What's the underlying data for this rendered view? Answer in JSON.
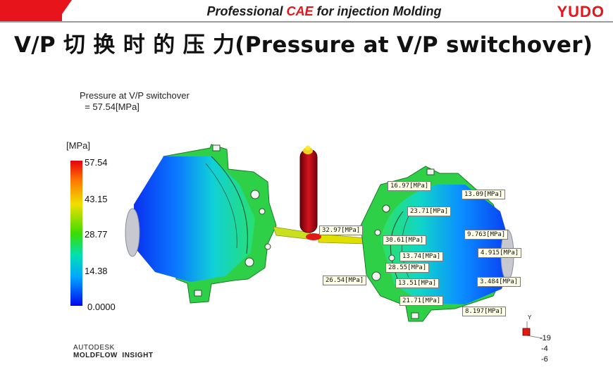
{
  "header": {
    "prefix": "Professional ",
    "highlight": "CAE",
    "suffix": " for injection Molding",
    "logo": "YUDO",
    "accent_color": "#e8141c"
  },
  "slide": {
    "title": "V/P 切 换 时 的 压 力(Pressure at V/P switchover)"
  },
  "result": {
    "line1": "Pressure at V/P switchover",
    "line2": "  = 57.54[MPa]"
  },
  "legend": {
    "unit": "[MPa]",
    "ticks": [
      "57.54",
      "43.15",
      "28.77",
      "14.38",
      "0.0000"
    ],
    "gradient": [
      "#e6000f",
      "#ff7a00",
      "#f0e000",
      "#3cdc00",
      "#00e0b0",
      "#00a8ff",
      "#0008ee"
    ]
  },
  "probe_labels": [
    {
      "id": "p1",
      "text": "16.97[MPa]"
    },
    {
      "id": "p2",
      "text": "13.09[MPa]"
    },
    {
      "id": "p3",
      "text": "23.71[MPa]"
    },
    {
      "id": "p4",
      "text": "32.97[MPa]"
    },
    {
      "id": "p5",
      "text": "9.763[MPa]"
    },
    {
      "id": "p6",
      "text": "30.61[MPa]"
    },
    {
      "id": "p7",
      "text": "4.915[MPa]"
    },
    {
      "id": "p8",
      "text": "13.74[MPa]"
    },
    {
      "id": "p9",
      "text": "28.55[MPa]"
    },
    {
      "id": "p10",
      "text": "26.54[MPa]"
    },
    {
      "id": "p11",
      "text": "13.51[MPa]"
    },
    {
      "id": "p12",
      "text": "3.484[MPa]"
    },
    {
      "id": "p13",
      "text": "21.71[MPa]"
    },
    {
      "id": "p14",
      "text": "8.197[MPa]"
    }
  ],
  "triad": {
    "axis": "Y",
    "values": [
      "-19",
      "-4",
      "-6"
    ]
  },
  "branding": {
    "line1": "AUTODESK",
    "line2": "MOLDFLOW  INSIGHT"
  }
}
